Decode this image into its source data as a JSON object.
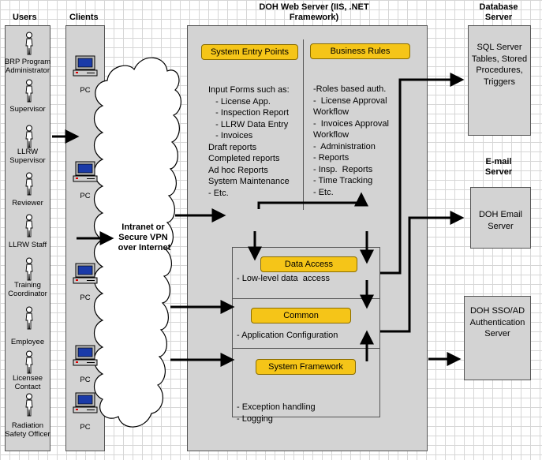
{
  "headers": {
    "users": "Users",
    "clients": "Clients",
    "web_server": "DOH Web Server (IIS, .NET Framework)",
    "database_server": "Database Server",
    "email_server": "E-mail Server"
  },
  "users": [
    "BRP Program Administrator",
    "Supervisor",
    "LLRW Supervisor",
    "Reviewer",
    "LLRW Staff",
    "Training Coordinator",
    "Employee",
    "Licensee Contact",
    "Radiation Safety Officer"
  ],
  "clients": [
    "PC",
    "PC",
    "PC",
    "PC",
    "PC"
  ],
  "network": "Intranet or Secure VPN over Internet",
  "system_entry": {
    "title": "System Entry Points",
    "lines": [
      "Input Forms such as:",
      "   - License App.",
      "   - Inspection Report",
      "   - LLRW Data Entry",
      "   - Invoices",
      "Draft reports",
      "Completed reports",
      "Ad hoc Reports",
      "System Maintenance",
      "- Etc."
    ]
  },
  "business_rules": {
    "title": "Business Rules",
    "lines": [
      "-Roles based auth.",
      "-  License Approval",
      "Workflow",
      "-  Invoices Approval",
      "Workflow",
      "-  Administration",
      "- Reports",
      "- Insp.  Reports",
      "- Time Tracking",
      "- Etc."
    ]
  },
  "data_access": {
    "title": "Data Access",
    "line": "- Low-level data  access"
  },
  "common": {
    "title": "Common",
    "line": "- Application Configuration"
  },
  "system_framework": {
    "title": "System Framework",
    "lines": [
      "- Exception handling",
      "- Logging"
    ]
  },
  "sql_server": "SQL Server Tables, Stored Procedures, Triggers",
  "email_server_box": "DOH Email Server",
  "sso_server": "DOH SSO/AD Authentication Server",
  "colors": {
    "panel": "#d3d3d3",
    "accent": "#f5c518",
    "grid": "#d6d6d6"
  }
}
